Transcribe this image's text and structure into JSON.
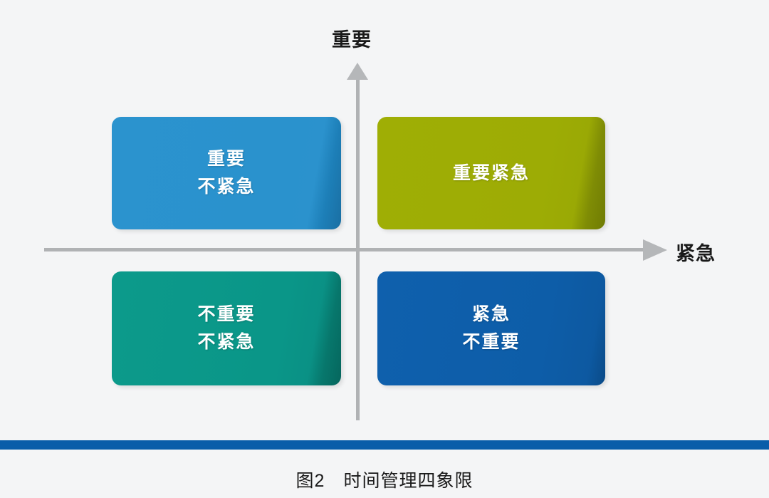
{
  "figure": {
    "background_color": "#f4f5f6",
    "caption": "图2　时间管理四象限",
    "rule_color": "#0a5da9"
  },
  "axes": {
    "y_label": "重要",
    "x_label": "紧急",
    "line_color": "#b0b2b4",
    "arrow_color": "#b5b7b9",
    "y_arrow_icon": "arrow-up-icon",
    "x_arrow_icon": "arrow-right-icon"
  },
  "chart_data": {
    "type": "table",
    "title": "图2　时间管理四象限",
    "xlabel": "紧急",
    "ylabel": "重要",
    "quadrants": [
      {
        "id": "important-not-urgent",
        "position": "top-left",
        "lines": [
          "重要",
          "不紧急"
        ],
        "color": "#2a92cd",
        "shadow_color": "#1a6fa3"
      },
      {
        "id": "important-urgent",
        "position": "top-right",
        "lines": [
          "重要紧急"
        ],
        "color": "#9dac05",
        "shadow_color": "#6f7b04"
      },
      {
        "id": "not-important-not-urgent",
        "position": "bottom-left",
        "lines": [
          "不重要",
          "不紧急"
        ],
        "color": "#0a9688",
        "shadow_color": "#06665d"
      },
      {
        "id": "urgent-not-important",
        "position": "bottom-right",
        "lines": [
          "紧急",
          "不重要"
        ],
        "color": "#0d5da8",
        "shadow_color": "#0a4a87"
      }
    ]
  }
}
